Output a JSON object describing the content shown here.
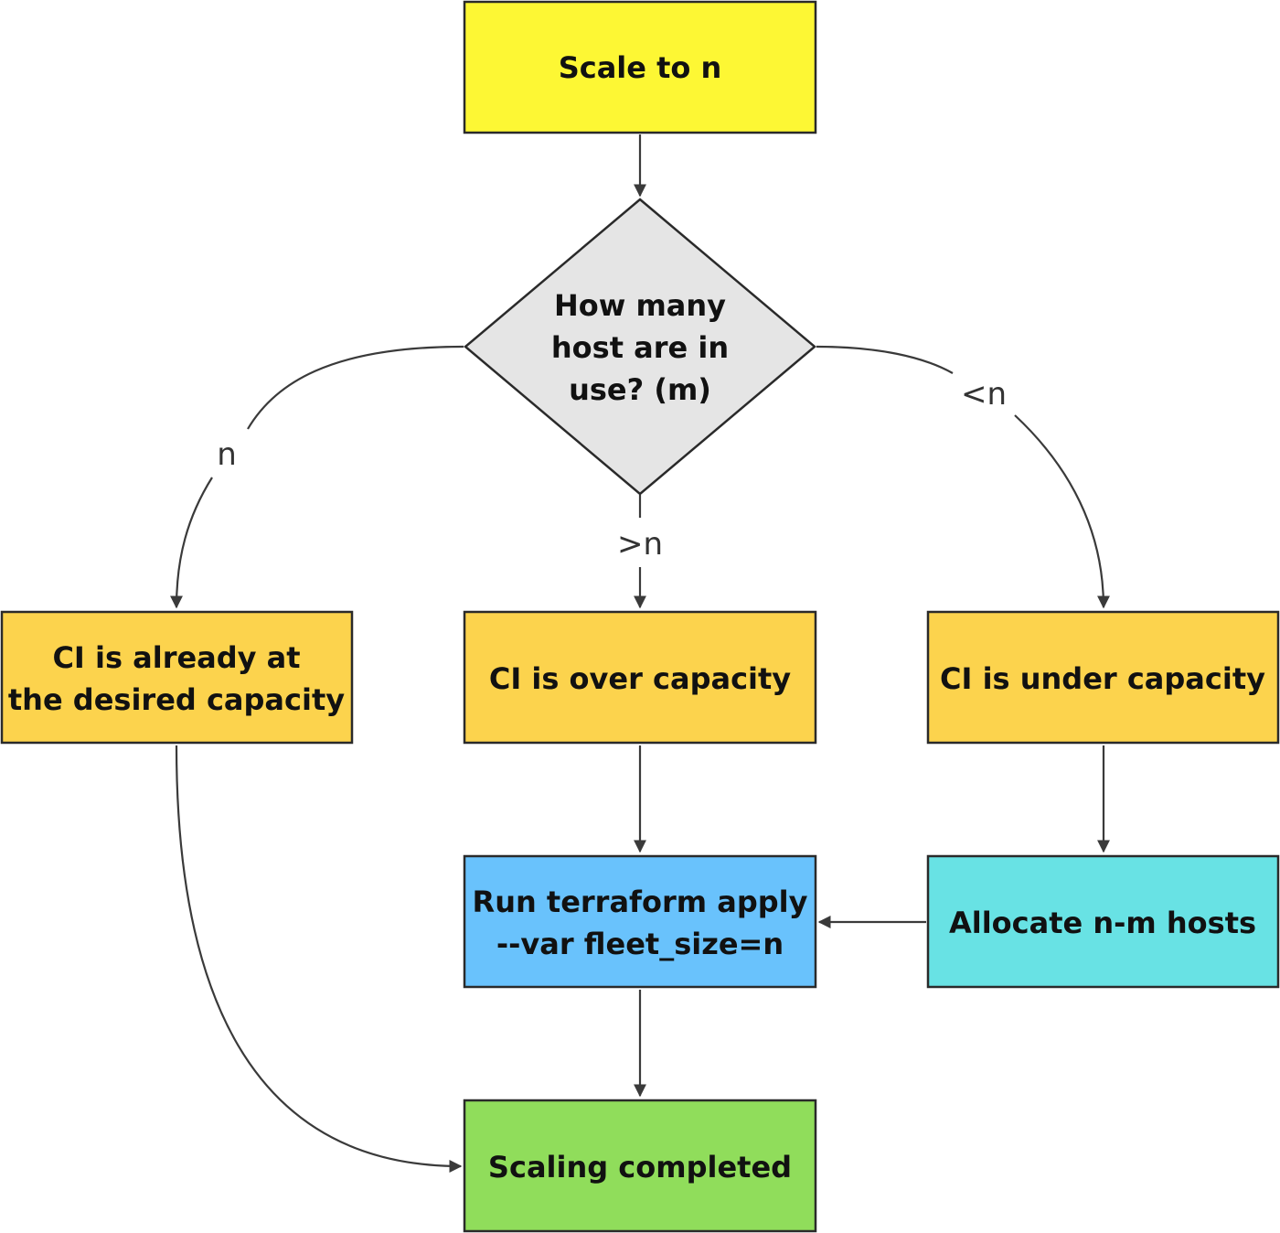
{
  "colors": {
    "start_fill": "#fdf734",
    "decision_fill": "#e5e5e5",
    "state_fill": "#fcd34d",
    "terraform_fill": "#69c2fc",
    "allocate_fill": "#68e2e4",
    "complete_fill": "#90dd5b",
    "stroke": "#2a2a2a",
    "edge": "#3a3a3a"
  },
  "nodes": {
    "start": {
      "lines": [
        "Scale to n"
      ]
    },
    "decision": {
      "lines": [
        "How many",
        "host are in",
        "use? (m)"
      ]
    },
    "at_capacity": {
      "lines": [
        "CI is already at",
        "the desired capacity"
      ]
    },
    "over_capacity": {
      "lines": [
        "CI is over capacity"
      ]
    },
    "under_capacity": {
      "lines": [
        "CI is under capacity"
      ]
    },
    "terraform": {
      "lines": [
        "Run terraform apply",
        "--var fleet_size=n"
      ]
    },
    "allocate": {
      "lines": [
        "Allocate n-m hosts"
      ]
    },
    "complete": {
      "lines": [
        "Scaling completed"
      ]
    }
  },
  "edges": {
    "equal_label": "n",
    "over_label": ">n",
    "under_label": "<n"
  }
}
